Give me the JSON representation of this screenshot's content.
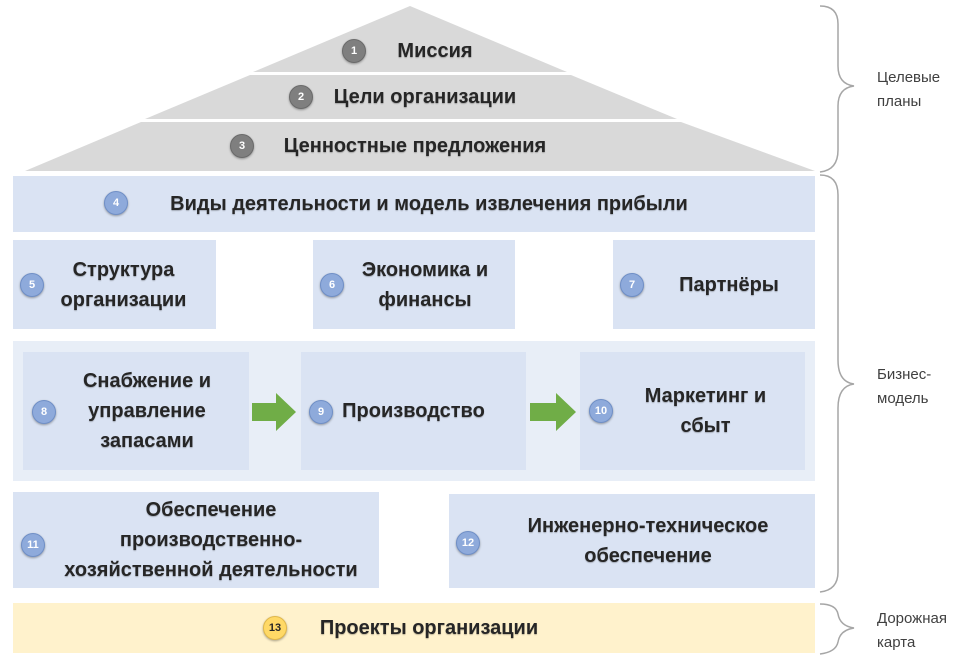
{
  "roof": {
    "mission": {
      "number": "1",
      "label": "Миссия"
    },
    "goals": {
      "number": "2",
      "label": "Цели организации"
    },
    "values": {
      "number": "3",
      "label": "Ценностные предложения"
    }
  },
  "activities": {
    "number": "4",
    "label": "Виды деятельности и модель извлечения прибыли"
  },
  "row1": [
    {
      "number": "5",
      "label": "Структура\nорганизации"
    },
    {
      "number": "6",
      "label": "Экономика и\nфинансы"
    },
    {
      "number": "7",
      "label": "Партнёры"
    }
  ],
  "chain": [
    {
      "number": "8",
      "label": "Снабжение и\nуправление\nзапасами"
    },
    {
      "number": "9",
      "label": "Производство"
    },
    {
      "number": "10",
      "label": "Маркетинг и\nсбыт"
    }
  ],
  "row3": [
    {
      "number": "11",
      "label": "Обеспечение\nпроизводственно-\nхозяйственной деятельности"
    },
    {
      "number": "12",
      "label": "Инженерно-техническое\nобеспечение"
    }
  ],
  "projects": {
    "number": "13",
    "label": "Проекты организации"
  },
  "side_labels": {
    "target_plans": "Целевые\nпланы",
    "business_model": "Бизнес-\nмодель",
    "roadmap": "Дорожная\nкарта"
  },
  "colors": {
    "roof": "#d9d9d9",
    "box": "#dae3f3",
    "group": "#e8eef7",
    "projects": "#fff2cc",
    "arrow": "#70ad47",
    "badge_blue": "#8eaadb",
    "badge_gray": "#7f7f7f",
    "badge_gold": "#ffd966"
  }
}
